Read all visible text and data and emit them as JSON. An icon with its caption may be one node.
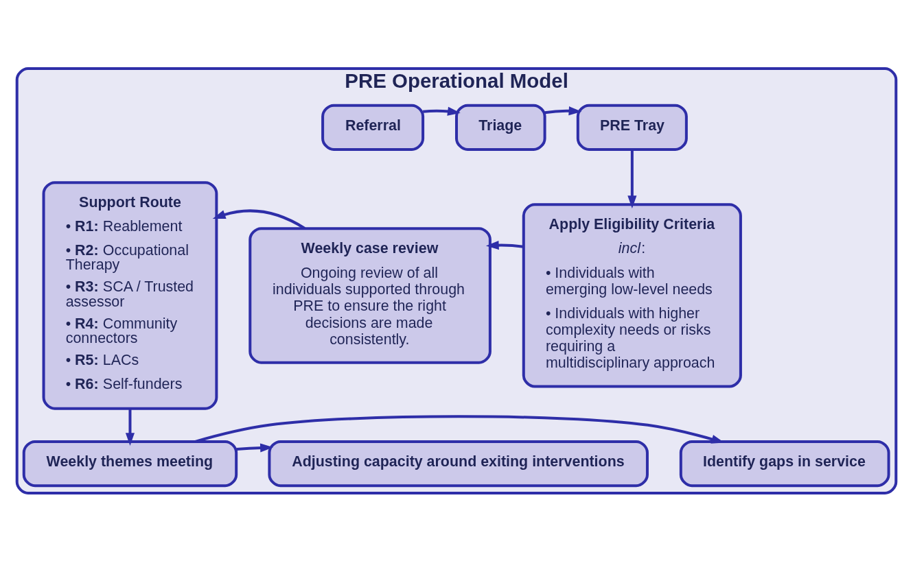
{
  "diagram": {
    "nodes": [
      {
        "text": [
          "PRE Operational Model"
        ]
      },
      {
        "text": [
          "Referral"
        ],
        "in": 0
      },
      {
        "text": [
          "Triage"
        ],
        "in": 0
      },
      {
        "text": [
          "PRE Tray"
        ],
        "in": 0
      },
      {
        "text": [
          "Support Route",
          "• **R1:** Reablement",
          "• **R2:** Occupational Therapy",
          "• **R3:** SCA / Trusted assessor",
          "• **R4:** Community connectors",
          "• **R5:** LACs",
          "• **R6:** Self-funders"
        ],
        "in": 0
      },
      {
        "text": [
          "Weekly case review",
          "Ongoing review of all individuals supported through PRE to ensure the right decisions are made consistently."
        ],
        "in": 0
      },
      {
        "text": [
          "Apply Eligibility Criteria",
          "*incl*:",
          "• Individuals with emerging low-level needs",
          "• Individuals with higher complexity needs or risks requiring a multidisciplinary approach"
        ],
        "in": 0
      },
      {
        "text": [
          "Weekly themes meeting"
        ],
        "in": 0
      },
      {
        "text": [
          "Adjusting capacity around exiting interventions"
        ],
        "in": 0
      },
      {
        "text": [
          "Identify gaps in service"
        ],
        "in": 0
      }
    ],
    "edges": [
      {
        "from": 1,
        "to": 2,
        "arrow": "to"
      },
      {
        "from": 2,
        "to": 3,
        "arrow": "to"
      },
      {
        "from": 3,
        "to": 6,
        "arrow": "to"
      },
      {
        "from": 6,
        "to": 5,
        "arrow": "to"
      },
      {
        "from": 5,
        "to": 4,
        "arrow": "to"
      },
      {
        "from": 4,
        "to": 7,
        "arrow": "to"
      },
      {
        "from": 7,
        "to": 8,
        "arrow": "to"
      },
      {
        "from": 7,
        "to": 9,
        "arrow": "to"
      }
    ]
  }
}
